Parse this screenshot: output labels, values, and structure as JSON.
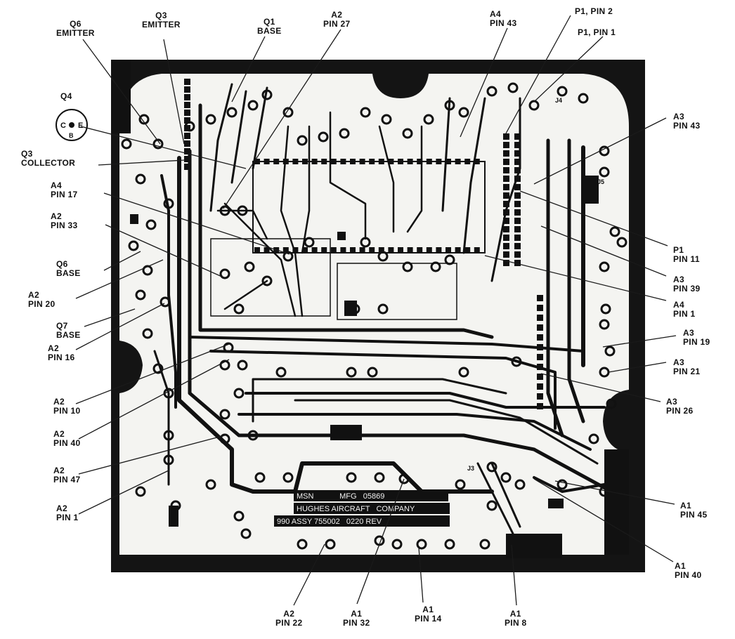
{
  "labels": {
    "q6_emitter": [
      "Q6",
      "EMITTER"
    ],
    "q3_emitter": [
      "Q3",
      "EMITTER"
    ],
    "q1_base": [
      "Q1",
      "BASE"
    ],
    "a2_pin27": [
      "A2",
      "PIN 27"
    ],
    "a4_pin43": [
      "A4",
      "PIN 43"
    ],
    "p1_pin2": [
      "P1, PIN 2"
    ],
    "p1_pin1": [
      "P1, PIN 1"
    ],
    "q4": [
      "Q4"
    ],
    "a3_pin43": [
      "A3",
      "PIN 43"
    ],
    "q3_collector": [
      "Q3",
      "COLLECTOR"
    ],
    "a4_pin17": [
      "A4",
      "PIN 17"
    ],
    "a2_pin33": [
      "A2",
      "PIN 33"
    ],
    "p1_pin11": [
      "P1",
      "PIN 11"
    ],
    "q6_base": [
      "Q6",
      "BASE"
    ],
    "a3_pin39": [
      "A3",
      "PIN 39"
    ],
    "a2_pin20": [
      "A2",
      "PIN 20"
    ],
    "a4_pin1": [
      "A4",
      "PIN 1"
    ],
    "q7_base": [
      "Q7",
      "BASE"
    ],
    "a3_pin19": [
      "A3",
      "PIN 19"
    ],
    "a2_pin16": [
      "A2",
      "PIN 16"
    ],
    "a3_pin21": [
      "A3",
      "PIN 21"
    ],
    "a2_pin10": [
      "A2",
      "PIN 10"
    ],
    "a3_pin26": [
      "A3",
      "PIN 26"
    ],
    "a2_pin40": [
      "A2",
      "PIN 40"
    ],
    "a2_pin47": [
      "A2",
      "PIN 47"
    ],
    "a1_pin45": [
      "A1",
      "PIN 45"
    ],
    "a2_pin1": [
      "A2",
      "PIN 1"
    ],
    "a1_pin40": [
      "A1",
      "PIN 40"
    ],
    "a2_pin22": [
      "A2",
      "PIN 22"
    ],
    "a1_pin32": [
      "A1",
      "PIN 32"
    ],
    "a1_pin14": [
      "A1",
      "PIN 14"
    ],
    "a1_pin8": [
      "A1",
      "PIN 8"
    ]
  },
  "board": {
    "q4_pins": [
      "C",
      "B",
      "E"
    ],
    "plate_lines": [
      "MSN            MFG   05869",
      "HUGHES AIRCRAFT   COMPANY",
      "990 ASSY 755002   0220 REV"
    ],
    "silkscreen": [
      "J3",
      "J4",
      "J5"
    ]
  },
  "colors": {
    "background": "#ffffff",
    "board_frame": "#141414",
    "board_face": "#f4f4f1",
    "trace": "#111111",
    "label_text": "#111111",
    "leader_line": "#1a1a1a"
  }
}
